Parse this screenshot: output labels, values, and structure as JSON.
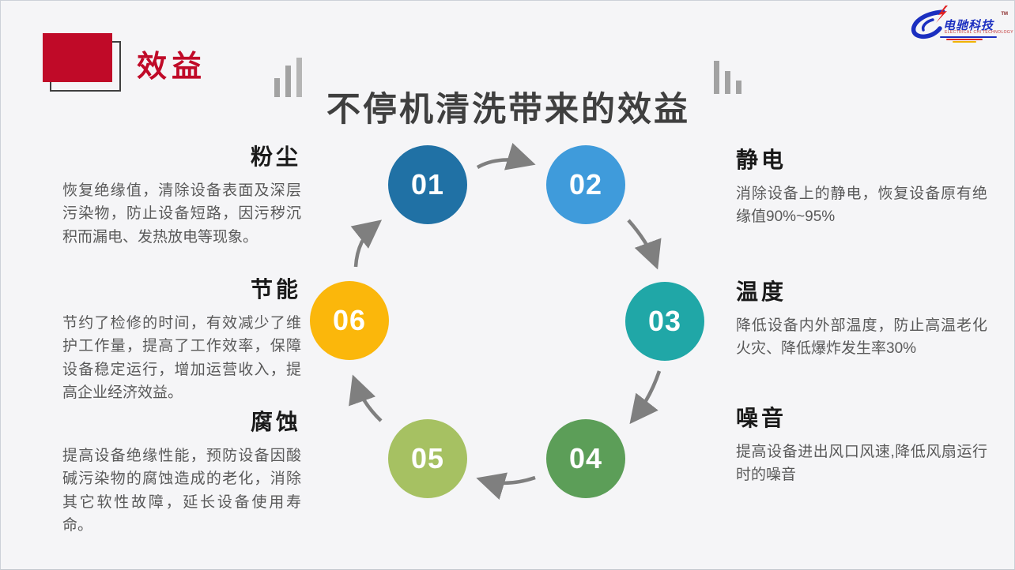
{
  "slide": {
    "section_label": "效益",
    "title": "不停机清洗带来的效益",
    "logo": {
      "brand": "电驰科技",
      "trademark": "TM",
      "subtext": "ELECTRICAL CHI TECHNOLOGY"
    },
    "benefits_left": [
      {
        "heading": "粉尘",
        "body": "恢复绝缘值，清除设备表面及深层污染物，防止设备短路，因污秽沉积而漏电、发热放电等现象。"
      },
      {
        "heading": "节能",
        "body": "节约了检修的时间，有效减少了维护工作量，提高了工作效率，保障设备稳定运行，增加运营收入，提高企业经济效益。"
      },
      {
        "heading": "腐蚀",
        "body": "提高设备绝缘性能，预防设备因酸碱污染物的腐蚀造成的老化，消除其它软性故障，延长设备使用寿命。"
      }
    ],
    "benefits_right": [
      {
        "heading": "静电",
        "body": "消除设备上的静电，恢复设备原有绝缘值90%~95%"
      },
      {
        "heading": "温度",
        "body": "降低设备内外部温度，防止高温老化火灾、降低爆炸发生率30%"
      },
      {
        "heading": "噪音",
        "body": "提高设备进出风口风速,降低风扇运行时的噪音"
      }
    ],
    "cycle": [
      {
        "number": "01",
        "color": "#2071a5"
      },
      {
        "number": "02",
        "color": "#3f9bdb"
      },
      {
        "number": "03",
        "color": "#20a7a7"
      },
      {
        "number": "04",
        "color": "#5c9e58"
      },
      {
        "number": "05",
        "color": "#a6c162"
      },
      {
        "number": "06",
        "color": "#fbb70b"
      }
    ],
    "colors": {
      "accent_red": "#c00a28",
      "title_gray": "#3f3f3f",
      "arrow_gray": "#7f7f7f",
      "background": "#f5f5f7"
    }
  }
}
